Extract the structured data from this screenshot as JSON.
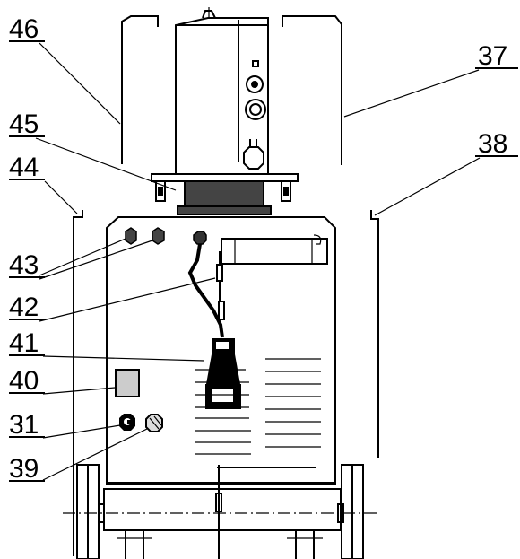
{
  "figure": {
    "labels": {
      "l46": "46",
      "l37": "37",
      "l45": "45",
      "l38": "38",
      "l44": "44",
      "l43": "43",
      "l42": "42",
      "l41": "41",
      "l40": "40",
      "l31": "31",
      "l39": "39"
    }
  },
  "colors": {
    "ink": "#000000",
    "dark_fill": "#444444",
    "gray_fill": "#cccccc",
    "background": "#ffffff"
  }
}
